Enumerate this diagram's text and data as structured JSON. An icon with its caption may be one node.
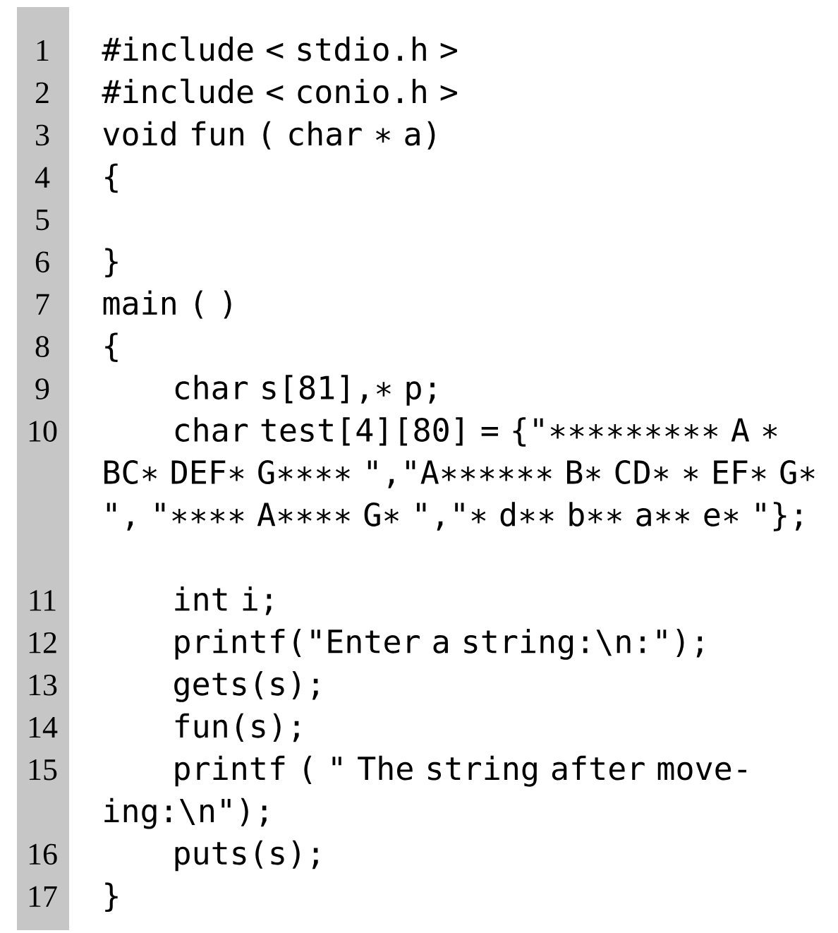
{
  "diagram": {
    "labels": [
      "1",
      "#include < stdio.h >",
      "2",
      "#include < conio.h >",
      "3",
      "void fun ( char ∗ a)",
      "4",
      "{",
      "5",
      "6",
      "}",
      "7",
      "main ( )",
      "8",
      "{",
      "9",
      "char s[81],∗ p;",
      "10",
      "char test[4][80] = {\"∗∗∗∗∗∗∗∗∗ A ∗ BC∗ DEF∗ G∗∗∗∗ \",\"A∗∗∗∗∗∗ B∗ CD∗ ∗ EF∗ G∗ \", \"∗∗∗∗ A∗∗∗∗ G∗ \",\"∗ d∗∗ b∗∗ a∗∗ e∗ \"};",
      "11",
      "int i;",
      "12",
      "printf(\"Enter a string:\\n:\");",
      "13",
      "gets(s);",
      "14",
      "fun(s);",
      "15",
      "printf ( \" The string after move- ing:\\n\");",
      "16",
      "puts(s);",
      "17",
      "}"
    ]
  }
}
